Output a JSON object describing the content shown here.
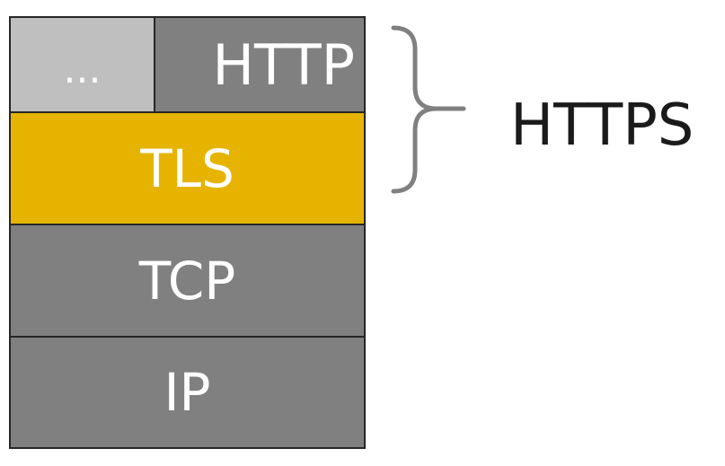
{
  "diagram": {
    "layers": {
      "top_left": "...",
      "http": "HTTP",
      "tls": "TLS",
      "tcp": "TCP",
      "ip": "IP"
    },
    "brace_label": "HTTPS",
    "colors": {
      "gray_layer": "#808080",
      "light_gray_cell": "#bfbfbf",
      "tls_layer": "#e6b400",
      "border": "#262626",
      "brace": "#808080",
      "text_light": "#ffffff",
      "text_dark": "#1a1a1a"
    }
  }
}
